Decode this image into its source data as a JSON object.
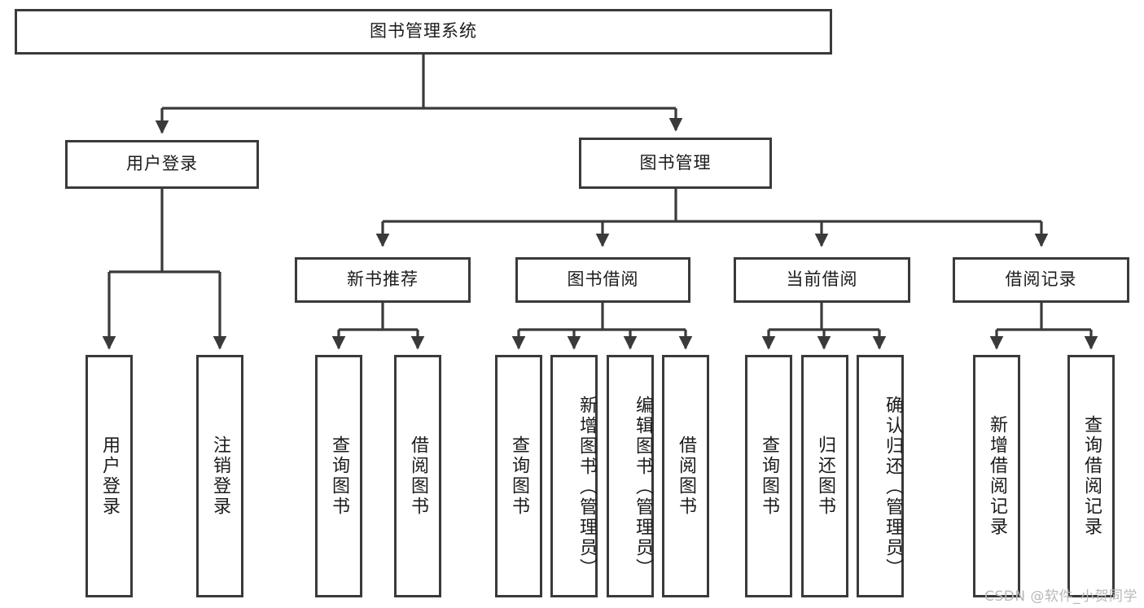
{
  "diagram": {
    "type": "tree",
    "title": "图书管理系统",
    "watermark": "CSDN @软件_小贺同学",
    "colors": {
      "stroke": "#3a3a3a",
      "fill": "#ffffff",
      "text": "#1b1b1b",
      "watermark": "#b8b8b8"
    },
    "root": {
      "label": "图书管理系统"
    },
    "level1": [
      {
        "label": "用户登录"
      },
      {
        "label": "图书管理"
      }
    ],
    "level2": [
      {
        "label": "新书推荐"
      },
      {
        "label": "图书借阅"
      },
      {
        "label": "当前借阅"
      },
      {
        "label": "借阅记录"
      }
    ],
    "leaves": {
      "user_login": [
        {
          "label": "用户登录"
        },
        {
          "label": "注销登录"
        }
      ],
      "new_book": [
        {
          "label": "查询图书"
        },
        {
          "label": "借阅图书"
        }
      ],
      "book_borrow": [
        {
          "label": "查询图书"
        },
        {
          "label": "新增图书（管理员）"
        },
        {
          "label": "编辑图书（管理员）"
        },
        {
          "label": "借阅图书"
        }
      ],
      "current_borrow": [
        {
          "label": "查询图书"
        },
        {
          "label": "归还图书"
        },
        {
          "label": "确认归还（管理员）"
        }
      ],
      "borrow_record": [
        {
          "label": "新增借阅记录"
        },
        {
          "label": "查询借阅记录"
        }
      ]
    }
  }
}
